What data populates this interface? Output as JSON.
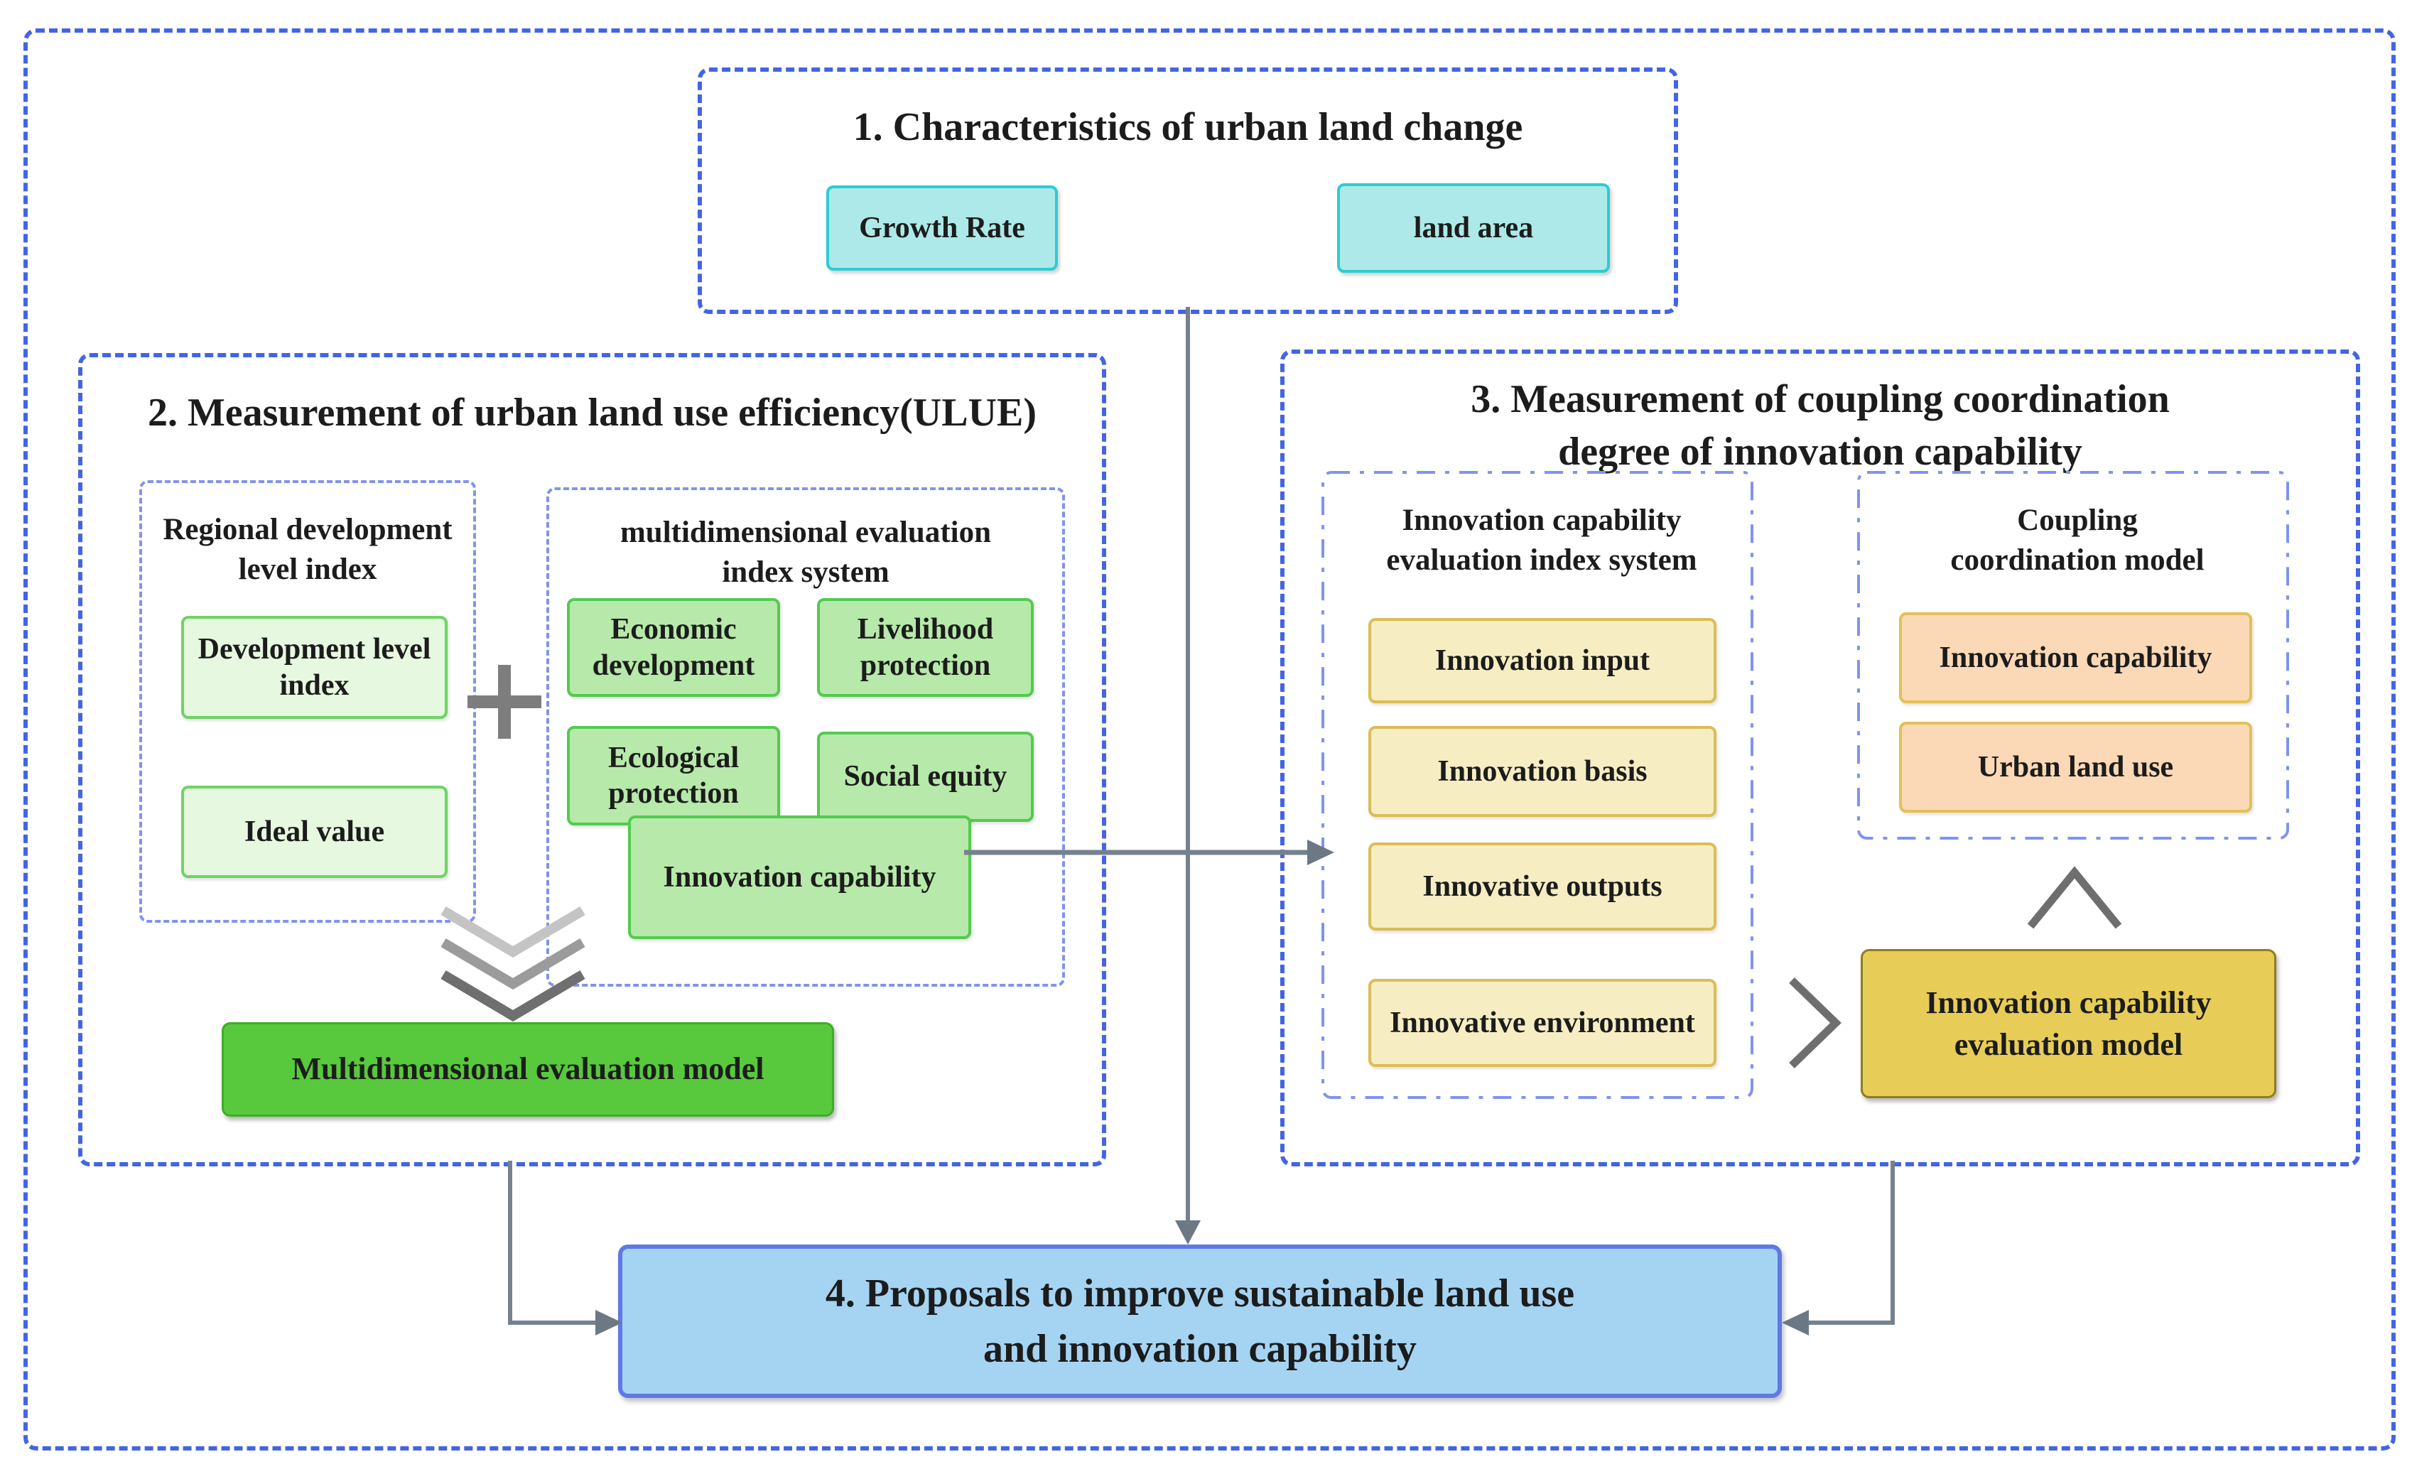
{
  "colors": {
    "frame_blue": "#4365E3",
    "inner_dash_blue": "#8093EE",
    "cyan_fill": "#ADE9E8",
    "cyan_border": "#2CCCD3",
    "light_green_fill": "#E7F8E0",
    "green_fill": "#B7E9AA",
    "green_border": "#53CB50",
    "model_green": "#58C83C",
    "yellow_fill": "#F7EDC3",
    "yellow_border": "#DBBD55",
    "orange_fill": "#FBD9B6",
    "gold_fill": "#E7CD58",
    "blue_fill": "#A5D4F2",
    "arrow_gray": "#75828E",
    "chevron_gray": "#6E6E6E"
  },
  "section1": {
    "title": "1.  Characteristics of urban land change",
    "growth_rate": "Growth Rate",
    "land_area": "land area"
  },
  "section2": {
    "title": "2.  Measurement of urban land use efficiency(ULUE)",
    "regional": {
      "header": "Regional development level index",
      "items": [
        "Development level index",
        "Ideal value"
      ]
    },
    "plus_sign": "+",
    "multidim": {
      "header": "multidimensional evaluation index system",
      "items": [
        "Economic development",
        "Livelihood protection",
        "Ecological protection",
        "Social equity",
        "Innovation capability"
      ]
    },
    "model": "Multidimensional evaluation model"
  },
  "section3": {
    "title_lines": [
      "3. Measurement of coupling coordination",
      "degree of innovation capability"
    ],
    "index_system": {
      "header": "Innovation capability evaluation index system",
      "items": [
        "Innovation input",
        "Innovation basis",
        "Innovative outputs",
        "Innovative environment"
      ]
    },
    "coupling": {
      "header": "Coupling coordination model",
      "items": [
        "Innovation capability",
        "Urban land use"
      ]
    },
    "model": "Innovation capability evaluation model"
  },
  "section4": {
    "title_lines": [
      "4.  Proposals to improve sustainable land use",
      "and innovation capability"
    ]
  }
}
